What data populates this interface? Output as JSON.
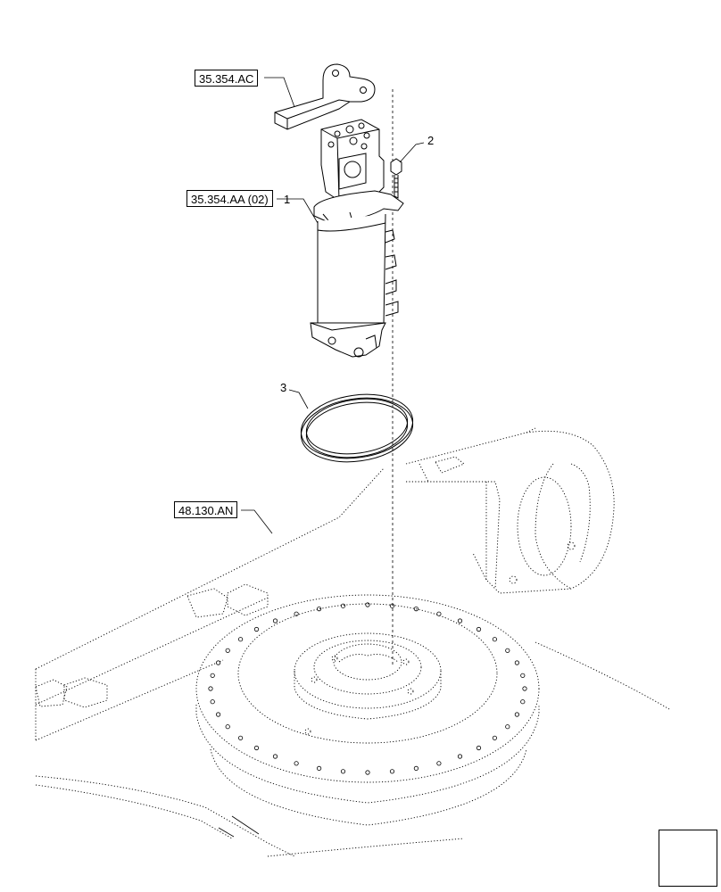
{
  "references": {
    "bracket": "35.354.AC",
    "swivel_assembly": "35.354.AA (02)",
    "frame": "48.130.AN"
  },
  "callouts": {
    "swivel_joint": "1",
    "bolt": "2",
    "seal_ring": "3"
  },
  "navigation": {
    "icon": "arrow-back-icon"
  }
}
